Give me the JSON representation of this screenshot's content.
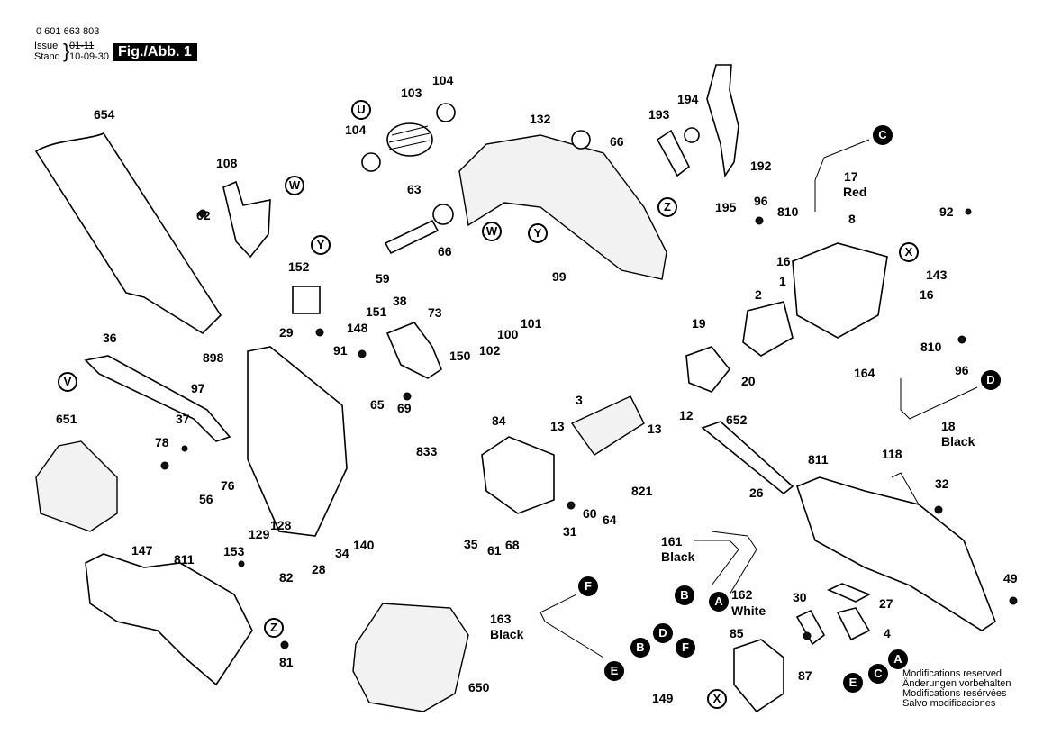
{
  "header": {
    "part_number": "0 601 663 803",
    "issue_label": "Issue",
    "issue_value": "01-11",
    "stand_label": "Stand",
    "stand_value": "10-09-30",
    "figure_label": "Fig./Abb. 1"
  },
  "footer_notes": [
    "Modifications reserved",
    "Änderungen vorbehalten",
    "Modifications resérvées",
    "Salvo modificaciones"
  ],
  "colors": {
    "ink": "#000000",
    "paper": "#ffffff",
    "fill_light": "#f2f2f2",
    "fill_mid": "#cccccc"
  },
  "part_labels": [
    {
      "id": "654",
      "text": "654"
    },
    {
      "id": "108",
      "text": "108"
    },
    {
      "id": "62",
      "text": "62"
    },
    {
      "id": "152",
      "text": "152"
    },
    {
      "id": "29",
      "text": "29"
    },
    {
      "id": "103",
      "text": "103"
    },
    {
      "id": "104a",
      "text": "104"
    },
    {
      "id": "104b",
      "text": "104"
    },
    {
      "id": "132",
      "text": "132"
    },
    {
      "id": "66a",
      "text": "66"
    },
    {
      "id": "63",
      "text": "63"
    },
    {
      "id": "66b",
      "text": "66"
    },
    {
      "id": "59",
      "text": "59"
    },
    {
      "id": "99",
      "text": "99"
    },
    {
      "id": "193",
      "text": "193"
    },
    {
      "id": "194",
      "text": "194"
    },
    {
      "id": "192",
      "text": "192"
    },
    {
      "id": "195",
      "text": "195"
    },
    {
      "id": "17",
      "text": "17"
    },
    {
      "id": "17c",
      "text": "Red"
    },
    {
      "id": "96a",
      "text": "96"
    },
    {
      "id": "810a",
      "text": "810"
    },
    {
      "id": "8",
      "text": "8"
    },
    {
      "id": "92",
      "text": "92"
    },
    {
      "id": "16a",
      "text": "16"
    },
    {
      "id": "143",
      "text": "143"
    },
    {
      "id": "1",
      "text": "1"
    },
    {
      "id": "16b",
      "text": "16"
    },
    {
      "id": "2",
      "text": "2"
    },
    {
      "id": "810b",
      "text": "810"
    },
    {
      "id": "96b",
      "text": "96"
    },
    {
      "id": "164",
      "text": "164"
    },
    {
      "id": "19",
      "text": "19"
    },
    {
      "id": "20",
      "text": "20"
    },
    {
      "id": "18",
      "text": "18"
    },
    {
      "id": "18c",
      "text": "Black"
    },
    {
      "id": "36",
      "text": "36"
    },
    {
      "id": "898",
      "text": "898"
    },
    {
      "id": "97",
      "text": "97"
    },
    {
      "id": "38",
      "text": "38"
    },
    {
      "id": "151",
      "text": "151"
    },
    {
      "id": "148",
      "text": "148"
    },
    {
      "id": "73",
      "text": "73"
    },
    {
      "id": "91",
      "text": "91"
    },
    {
      "id": "150",
      "text": "150"
    },
    {
      "id": "102",
      "text": "102"
    },
    {
      "id": "100",
      "text": "100"
    },
    {
      "id": "101",
      "text": "101"
    },
    {
      "id": "65",
      "text": "65"
    },
    {
      "id": "69",
      "text": "69"
    },
    {
      "id": "651",
      "text": "651"
    },
    {
      "id": "37",
      "text": "37"
    },
    {
      "id": "78",
      "text": "78"
    },
    {
      "id": "56",
      "text": "56"
    },
    {
      "id": "76",
      "text": "76"
    },
    {
      "id": "3",
      "text": "3"
    },
    {
      "id": "13a",
      "text": "13"
    },
    {
      "id": "13b",
      "text": "13"
    },
    {
      "id": "12",
      "text": "12"
    },
    {
      "id": "84",
      "text": "84"
    },
    {
      "id": "833",
      "text": "833"
    },
    {
      "id": "35",
      "text": "35"
    },
    {
      "id": "60",
      "text": "60"
    },
    {
      "id": "64",
      "text": "64"
    },
    {
      "id": "31",
      "text": "31"
    },
    {
      "id": "61",
      "text": "61"
    },
    {
      "id": "68",
      "text": "68"
    },
    {
      "id": "652",
      "text": "652"
    },
    {
      "id": "811a",
      "text": "811"
    },
    {
      "id": "118",
      "text": "118"
    },
    {
      "id": "32",
      "text": "32"
    },
    {
      "id": "821",
      "text": "821"
    },
    {
      "id": "26",
      "text": "26"
    },
    {
      "id": "161",
      "text": "161"
    },
    {
      "id": "161c",
      "text": "Black"
    },
    {
      "id": "162",
      "text": "162"
    },
    {
      "id": "162c",
      "text": "White"
    },
    {
      "id": "49",
      "text": "49"
    },
    {
      "id": "27",
      "text": "27"
    },
    {
      "id": "30",
      "text": "30"
    },
    {
      "id": "4",
      "text": "4"
    },
    {
      "id": "85",
      "text": "85"
    },
    {
      "id": "87",
      "text": "87"
    },
    {
      "id": "147",
      "text": "147"
    },
    {
      "id": "811b",
      "text": "811"
    },
    {
      "id": "153",
      "text": "153"
    },
    {
      "id": "129",
      "text": "129"
    },
    {
      "id": "128",
      "text": "128"
    },
    {
      "id": "34",
      "text": "34"
    },
    {
      "id": "140",
      "text": "140"
    },
    {
      "id": "28",
      "text": "28"
    },
    {
      "id": "82",
      "text": "82"
    },
    {
      "id": "81",
      "text": "81"
    },
    {
      "id": "650",
      "text": "650"
    },
    {
      "id": "163",
      "text": "163"
    },
    {
      "id": "163c",
      "text": "Black"
    },
    {
      "id": "149",
      "text": "149"
    }
  ],
  "connector_markers": [
    {
      "id": "U",
      "text": "U",
      "style": "outline"
    },
    {
      "id": "W1",
      "text": "W",
      "style": "outline"
    },
    {
      "id": "W2",
      "text": "W",
      "style": "outline"
    },
    {
      "id": "Y1",
      "text": "Y",
      "style": "outline"
    },
    {
      "id": "Y2",
      "text": "Y",
      "style": "outline"
    },
    {
      "id": "Z1",
      "text": "Z",
      "style": "outline"
    },
    {
      "id": "Z2",
      "text": "Z",
      "style": "outline"
    },
    {
      "id": "V",
      "text": "V",
      "style": "outline"
    },
    {
      "id": "X1",
      "text": "X",
      "style": "outline"
    },
    {
      "id": "X2",
      "text": "X",
      "style": "outline"
    },
    {
      "id": "C1",
      "text": "C",
      "style": "filled"
    },
    {
      "id": "C2",
      "text": "C",
      "style": "filled"
    },
    {
      "id": "D1",
      "text": "D",
      "style": "filled"
    },
    {
      "id": "D2",
      "text": "D",
      "style": "filled"
    },
    {
      "id": "B1",
      "text": "B",
      "style": "filled"
    },
    {
      "id": "B2",
      "text": "B",
      "style": "filled"
    },
    {
      "id": "A1",
      "text": "A",
      "style": "filled"
    },
    {
      "id": "A2",
      "text": "A",
      "style": "filled"
    },
    {
      "id": "F1",
      "text": "F",
      "style": "filled"
    },
    {
      "id": "F2",
      "text": "F",
      "style": "filled"
    },
    {
      "id": "E1",
      "text": "E",
      "style": "filled"
    },
    {
      "id": "E2",
      "text": "E",
      "style": "filled"
    }
  ]
}
